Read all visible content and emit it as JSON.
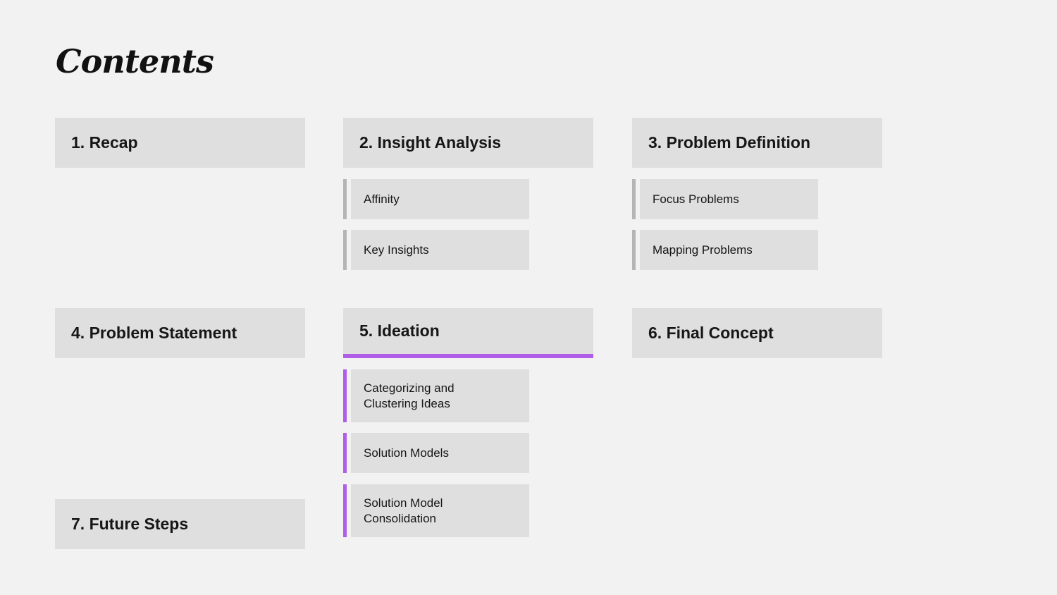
{
  "title": "Contents",
  "sections": {
    "s1": "1. Recap",
    "s2": "2. Insight Analysis",
    "s3": "3. Problem Definition",
    "s4": "4. Problem Statement",
    "s5": "5. Ideation",
    "s6": "6. Final Concept",
    "s7": "7. Future Steps"
  },
  "subsections": {
    "insight": [
      "Affinity",
      "Key Insights"
    ],
    "problem_definition": [
      "Focus Problems",
      "Mapping Problems"
    ],
    "ideation": [
      "Categorizing and Clustering Ideas",
      "Solution Models",
      "Solution Model Consolidation"
    ]
  },
  "colors": {
    "accent": "#b05ee8",
    "neutral_bar": "#b5b5b5",
    "tile": "#dfdfdf",
    "background": "#f2f2f2"
  }
}
